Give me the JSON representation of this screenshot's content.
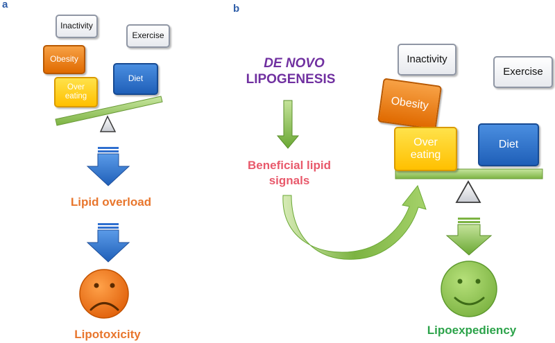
{
  "panel_a": {
    "letter": "a",
    "factors": {
      "inactivity": "Inactivity",
      "exercise": "Exercise",
      "obesity": "Obesity",
      "diet": "Diet",
      "overeating": "Over eating"
    },
    "outcome1": "Lipid overload",
    "outcome2": "Lipotoxicity"
  },
  "panel_b": {
    "letter": "b",
    "de_novo": "DE NOVO",
    "lipogenesis": "LIPOGENESIS",
    "beneficial": "Beneficial lipid signals",
    "factors": {
      "inactivity": "Inactivity",
      "exercise": "Exercise",
      "obesity": "Obesity",
      "diet": "Diet",
      "overeating": "Over eating"
    },
    "outcome": "Lipoexpediency"
  },
  "colors": {
    "panel_letter": "#2e5da8",
    "orange_text": "#e8762d",
    "green_text": "#2ca34a",
    "pink_text": "#e8596b",
    "purple_text": "#7030a0",
    "blue_arrow": "#2f6fcf",
    "green_arrow": "#8bc34a",
    "sad_face": "#f07a1a",
    "happy_face": "#92d050"
  }
}
